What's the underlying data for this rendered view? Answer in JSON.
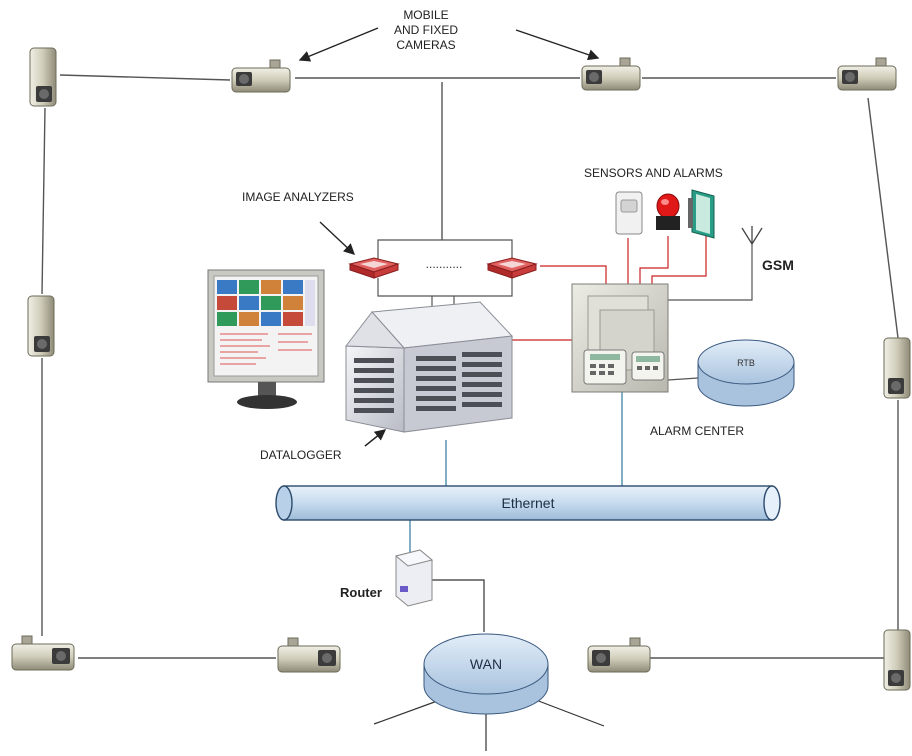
{
  "labels": {
    "cameras": "MOBILE\nAND FIXED\nCAMERAS",
    "image_analyzers": "IMAGE ANALYZERS",
    "sensors": "SENSORS AND ALARMS",
    "gsm": "GSM",
    "rtb": "RTB",
    "alarm_center": "ALARM CENTER",
    "datalogger": "DATALOGGER",
    "ethernet": "Ethernet",
    "router": "Router",
    "wan": "WAN",
    "dots": "..........."
  },
  "colors": {
    "wire": "#555555",
    "alarm_wire": "#cc2222",
    "network_wire": "#4a8ca8",
    "pipe_fill": "#cfe2f3",
    "pipe_stroke": "#2c4a6b",
    "disc_fill": "#c9dcf0",
    "disc_stroke": "#3a5a80",
    "camera_body": "#d7d5c4",
    "analyzer": "#c83232"
  }
}
